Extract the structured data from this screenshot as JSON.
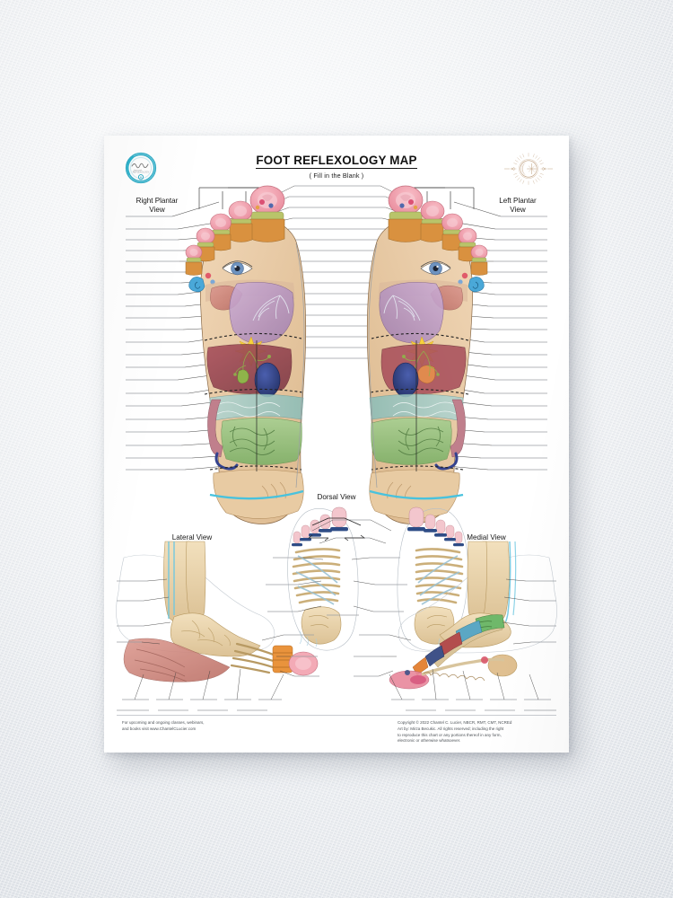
{
  "poster": {
    "title": "FOOT REFLEXOLOGY MAP",
    "subtitle": "( Fill in the Blank )",
    "logo_alt": "chantel-lucier-circle-logo",
    "ornament_alt": "celestial-sun-moon-star-ornament",
    "brand_teal": "#1ba3bf",
    "ornament_tan": "#b08a62",
    "paper": "#ffffff",
    "line_gray": "#8e9297"
  },
  "views": {
    "right_plantar": "Right Plantar\nView",
    "right_plantar_l1": "Right Plantar",
    "right_plantar_l2": "View",
    "left_plantar_l1": "Left Plantar",
    "left_plantar_l2": "View",
    "dorsal": "Dorsal View",
    "lateral": "Lateral View",
    "medial": "Medial View"
  },
  "footer": {
    "left_line1": "For upcoming and ongoing classes, webinars,",
    "left_line2": "and books visit www.ChantelCLucier.com",
    "right_line1": "Copyright  © 2022 Chantel C. Lucier, NBCR, RMT, CMT, NCREd",
    "right_line2": "Art by: Mirza Becukic.   All rights reserved; including the right",
    "right_line3": "to reproduce this chart or any portions thereof in any form,",
    "right_line4": "electronic or otherwise whatsoever."
  },
  "artwork": {
    "description": "Anatomical foot reflexology chart: two plantar feet with organ reflex zones, dorsal skeletal pair, lateral and medial skeletal/ reflex views, all with blank fill-in label lines.",
    "plantar_zone_colors": {
      "toe_pink": "#f2a0ad",
      "toe_tan": "#d99a5e",
      "eye_iris": "#5f86b3",
      "ear_blue": "#4aa8d8",
      "lung_mauve": "#b896c3",
      "solar_plexus_yellow": "#f5d33a",
      "liver_red": "#9e4650",
      "kidney_navy": "#2b3a7a",
      "intestine_green": "#8cc07a",
      "colon_teal": "#9fc8c5",
      "heel_tan": "#e3c39a",
      "lymph_cyan": "#49c2dd",
      "bone_cream": "#e7d2ab",
      "muscle_salmon": "#cf8a80"
    }
  }
}
